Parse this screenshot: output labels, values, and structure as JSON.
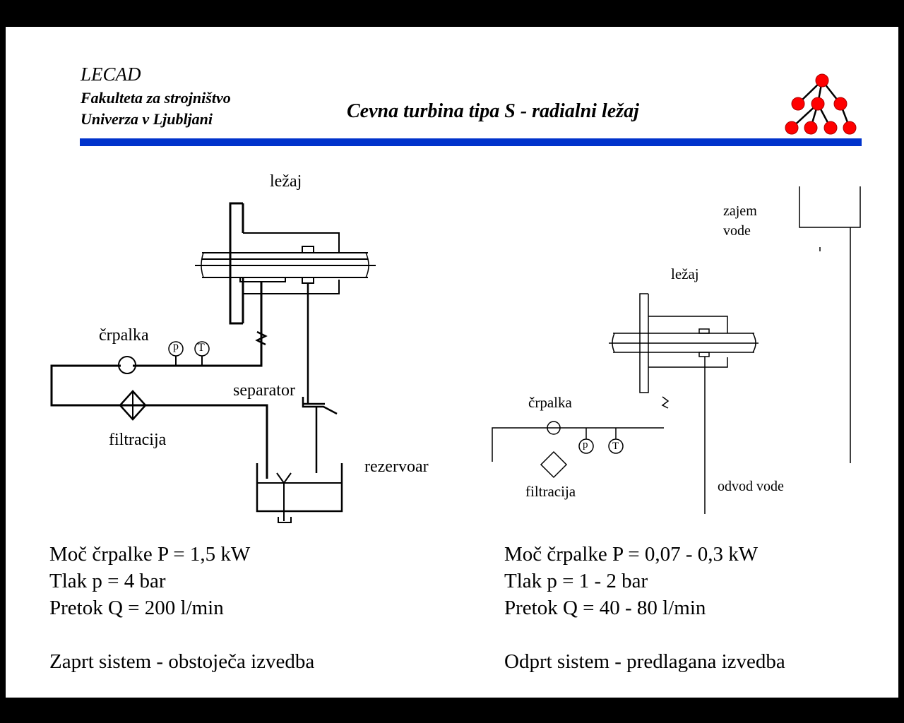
{
  "header": {
    "org": "LECAD",
    "faculty": "Fakulteta za strojništvo",
    "university": "Univerza v Ljubljani",
    "title": "Cevna turbina tipa S - radialni ležaj"
  },
  "colors": {
    "background": "#000000",
    "slide": "#ffffff",
    "rule": "#0033cc",
    "logo_nodes": "#ff0000"
  },
  "left_diagram": {
    "bearing": "ležaj",
    "pump": "črpalka",
    "gauge_p": "p",
    "gauge_t": "T",
    "separator": "separator",
    "filter": "filtracija",
    "reservoir": "rezervoar"
  },
  "right_diagram": {
    "intake": "zajem",
    "intake_2": "vode",
    "bearing": "ležaj",
    "pump": "črpalka",
    "gauge_p": "p",
    "gauge_t": "T",
    "filter": "filtracija",
    "outlet": "odvod vode"
  },
  "left_specs": {
    "power": "Moč črpalke P = 1,5 kW",
    "pressure": "Tlak p = 4 bar",
    "flow": "Pretok Q = 200 l/min",
    "system": "Zaprt sistem - obstoječa izvedba"
  },
  "right_specs": {
    "power": "Moč črpalke P = 0,07 - 0,3 kW",
    "pressure": "Tlak p = 1 - 2 bar",
    "flow": "Pretok Q = 40 - 80 l/min",
    "system": "Odprt sistem - predlagana izvedba"
  }
}
